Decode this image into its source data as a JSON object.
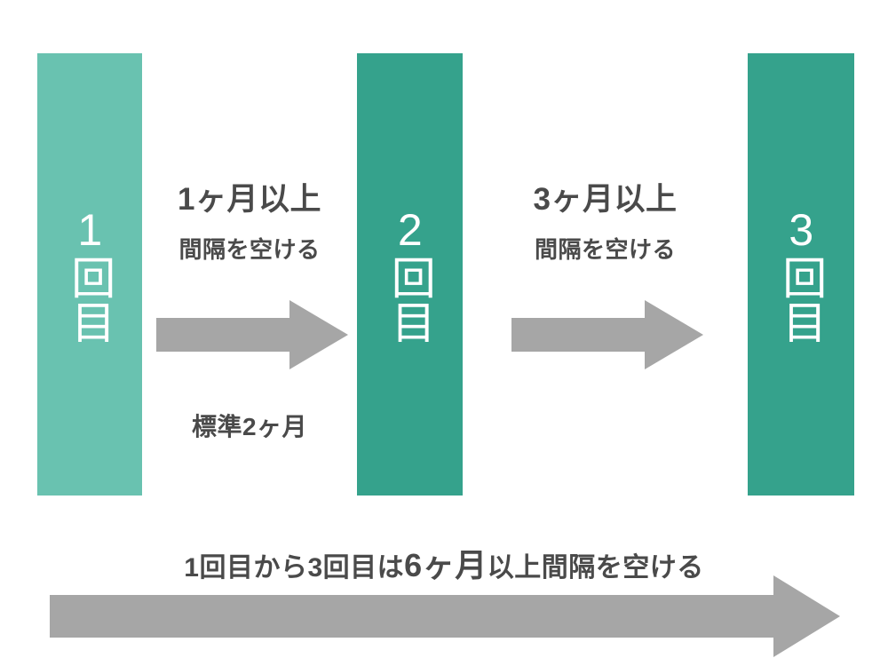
{
  "diagram": {
    "title_text": "1回目から3回目は6ヶ月以上間隔を空ける",
    "colors": {
      "bar_first": "#69c2b0",
      "bar_second": "#35a28c",
      "bar_third": "#35a28c",
      "arrow_gray": "#a6a6a6",
      "text_dark": "#4a4a4a",
      "bar_text": "#ffffff",
      "background": "#ffffff"
    },
    "doses": [
      {
        "label": "1回目",
        "number": "1",
        "unit": "回目"
      },
      {
        "label": "2回目",
        "number": "2",
        "unit": "回目"
      },
      {
        "label": "3回目",
        "number": "3",
        "unit": "回目"
      }
    ],
    "gaps": [
      {
        "title": "1ヶ月以上",
        "subtitle": "間隔を空ける",
        "note": "標準2ヶ月",
        "arrow_icon": "right-block-arrow-icon"
      },
      {
        "title": "3ヶ月以上",
        "subtitle": "間隔を空ける",
        "note": "",
        "arrow_icon": "right-block-arrow-icon"
      }
    ],
    "summary": {
      "prefix": "1回目から3回目は",
      "emphasis": "6ヶ月",
      "suffix": "以上間隔を空ける",
      "arrow_icon": "long-right-block-arrow-icon"
    }
  }
}
